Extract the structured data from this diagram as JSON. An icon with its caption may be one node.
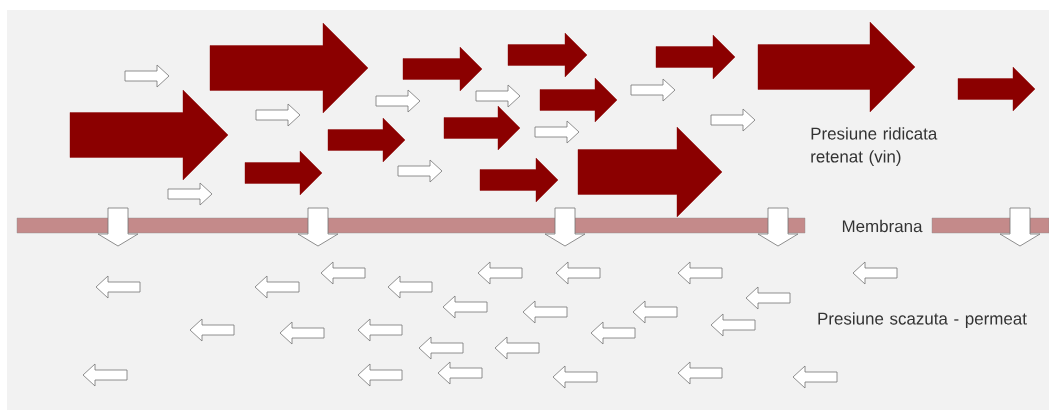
{
  "diagram": {
    "labels": [
      "Presiune ridicata retenat (vin)",
      "Membrana",
      "Presiune scazuta - permeat"
    ]
  }
}
